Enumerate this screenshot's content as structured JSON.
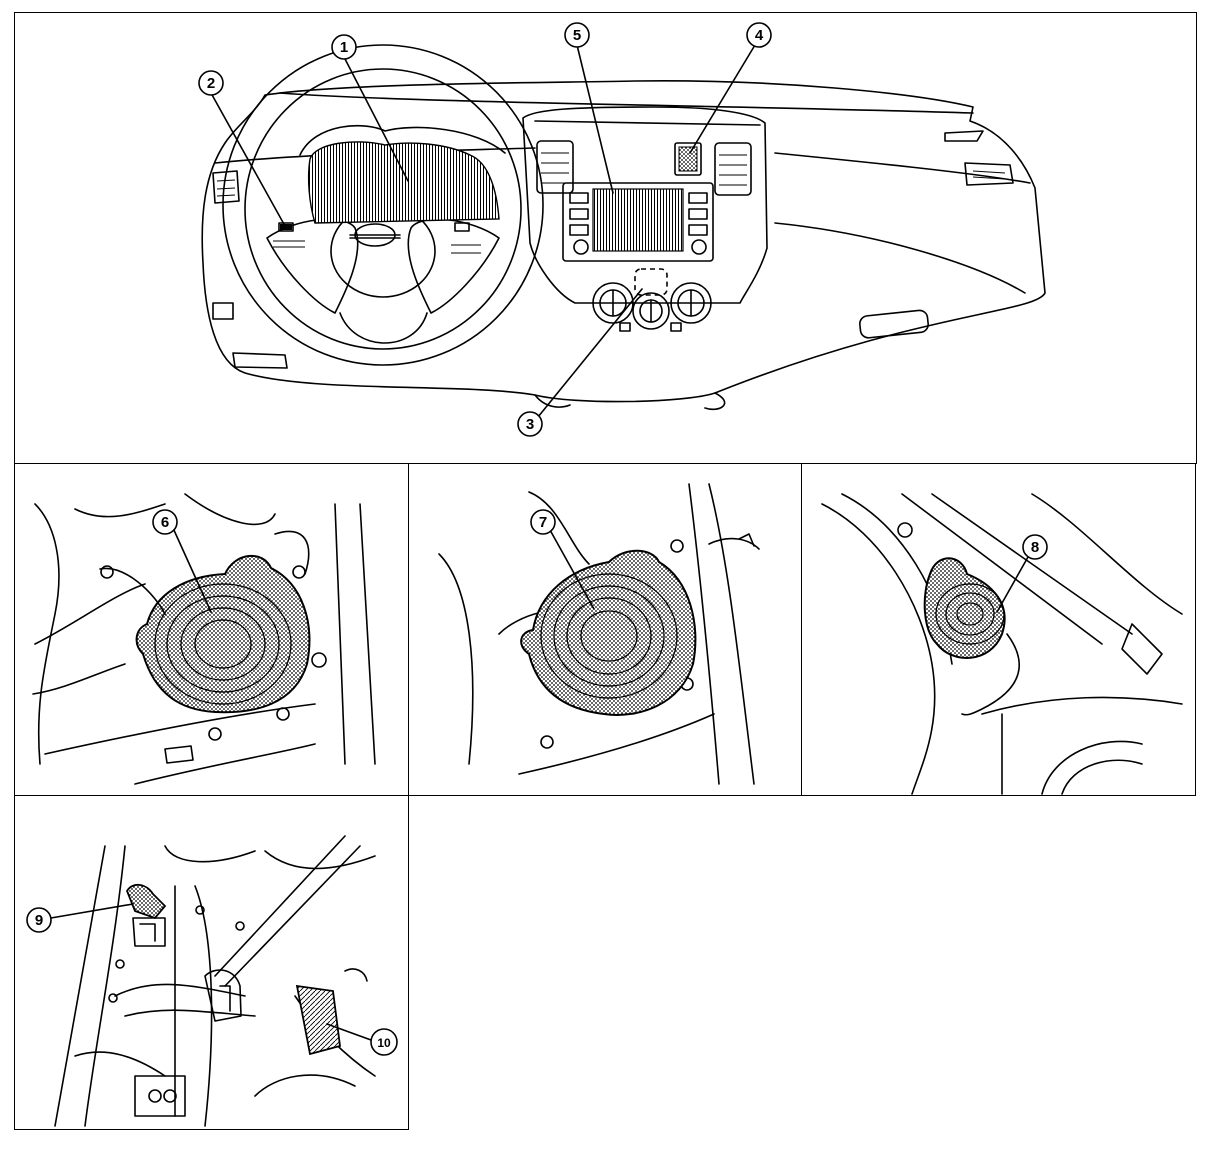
{
  "diagram": {
    "panels": [
      {
        "id": "dashboard",
        "callouts": [
          "1",
          "2",
          "3",
          "4",
          "5"
        ]
      },
      {
        "id": "front-door-left",
        "callouts": [
          "6"
        ]
      },
      {
        "id": "front-door-right",
        "callouts": [
          "7"
        ]
      },
      {
        "id": "rear-pillar",
        "callouts": [
          "8"
        ]
      },
      {
        "id": "rear-lower",
        "callouts": [
          "9",
          "10"
        ]
      }
    ],
    "callout_labels": {
      "c1": "1",
      "c2": "2",
      "c3": "3",
      "c4": "4",
      "c5": "5",
      "c6": "6",
      "c7": "7",
      "c8": "8",
      "c9": "9",
      "c10": "10"
    }
  }
}
